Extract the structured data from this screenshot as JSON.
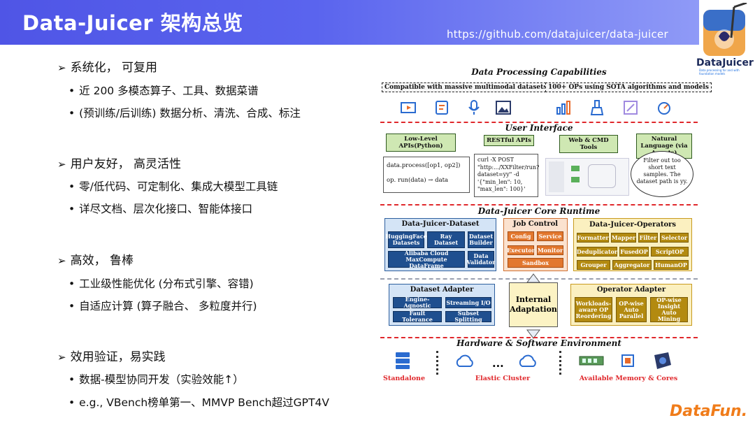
{
  "header": {
    "title": "Data-Juicer 架构总览",
    "url": "https://github.com/datajuicer/data-juicer",
    "logo_text": "DataJuicer",
    "logo_subtext": "Data processing for and with foundation models"
  },
  "sections": [
    {
      "heading": "系统化， 可复用",
      "bullets": [
        "近 200 多模态算子、工具、数据菜谱",
        "(预训练/后训练) 数据分析、清洗、合成、标注"
      ]
    },
    {
      "heading": "用户友好， 高灵活性",
      "bullets": [
        "零/低代码、可定制化、集成大模型工具链",
        "详尽文档、层次化接口、智能体接口"
      ]
    },
    {
      "heading": "高效， 鲁棒",
      "bullets": [
        "工业级性能优化 (分布式引擎、容错)",
        "自适应计算 (算子融合、 多粒度并行)"
      ]
    },
    {
      "heading": "效用验证，易实践",
      "bullets": [
        "数据-模型协同开发（实验效能↑）",
        "e.g., VBench榜单第一、MMVP Bench超过GPT4V"
      ]
    }
  ],
  "diagram": {
    "capabilities_title": "Data Processing Capabilities",
    "cap_left": "Compatible with massive multimodal datasets",
    "cap_right": "100+ OPs using SOTA algorithms and models",
    "ui_title": "User Interface",
    "ui_buttons": [
      "Low-Level APIs(Python)",
      "RESTful APIs",
      "Web & CMD Tools",
      "Natural Language (via Agents)"
    ],
    "python_code": [
      "data.process([op1, op2])",
      "op. run(data) → data"
    ],
    "curl_code": "curl -X POST \"http:.../XXFilter/run?dataset=yy\" -d '{\"min_len\": 10, \"max_len\": 100}'",
    "nl_bubble": "Filter out too short text samples. The dataset path is yy.",
    "core_title": "Data-Juicer Core Runtime",
    "dataset_panel": {
      "title": "Data-Juicer-Dataset",
      "items": [
        "HuggingFace Datasets",
        "Ray Dataset",
        "Dataset Builder",
        "Alibaba Cloud MaxCompute DataFrame",
        "Data Validator"
      ]
    },
    "job_panel": {
      "title": "Job Control",
      "items": [
        "Config",
        "Service",
        "Executor",
        "Monitor",
        "Sandbox"
      ]
    },
    "ops_panel": {
      "title": "Data-Juicer-Operators",
      "items": [
        "Formatter",
        "Mapper",
        "Filter",
        "Selector",
        "Deduplicator",
        "FusedOP",
        "ScriptOP",
        "Grouper",
        "Aggregator",
        "HumanOP"
      ]
    },
    "dataset_adapter": {
      "title": "Dataset Adapter",
      "items": [
        "Engine-Agnostic",
        "Streaming I/O",
        "Fault Tolerance",
        "Subset Splitting"
      ]
    },
    "internal": "Internal Adaptation",
    "op_adapter": {
      "title": "Operator Adapter",
      "items": [
        "Workloads-aware OP Reordering",
        "OP-wise Auto Parallel",
        "OP-wise Insight Auto Mining"
      ]
    },
    "env_title": "Hardware & Software Environment",
    "env_labels": [
      "Standalone",
      "Elastic Cluster",
      "Available Memory  & Cores"
    ],
    "ellipsis": "..."
  },
  "footer_logo": "DataFun."
}
